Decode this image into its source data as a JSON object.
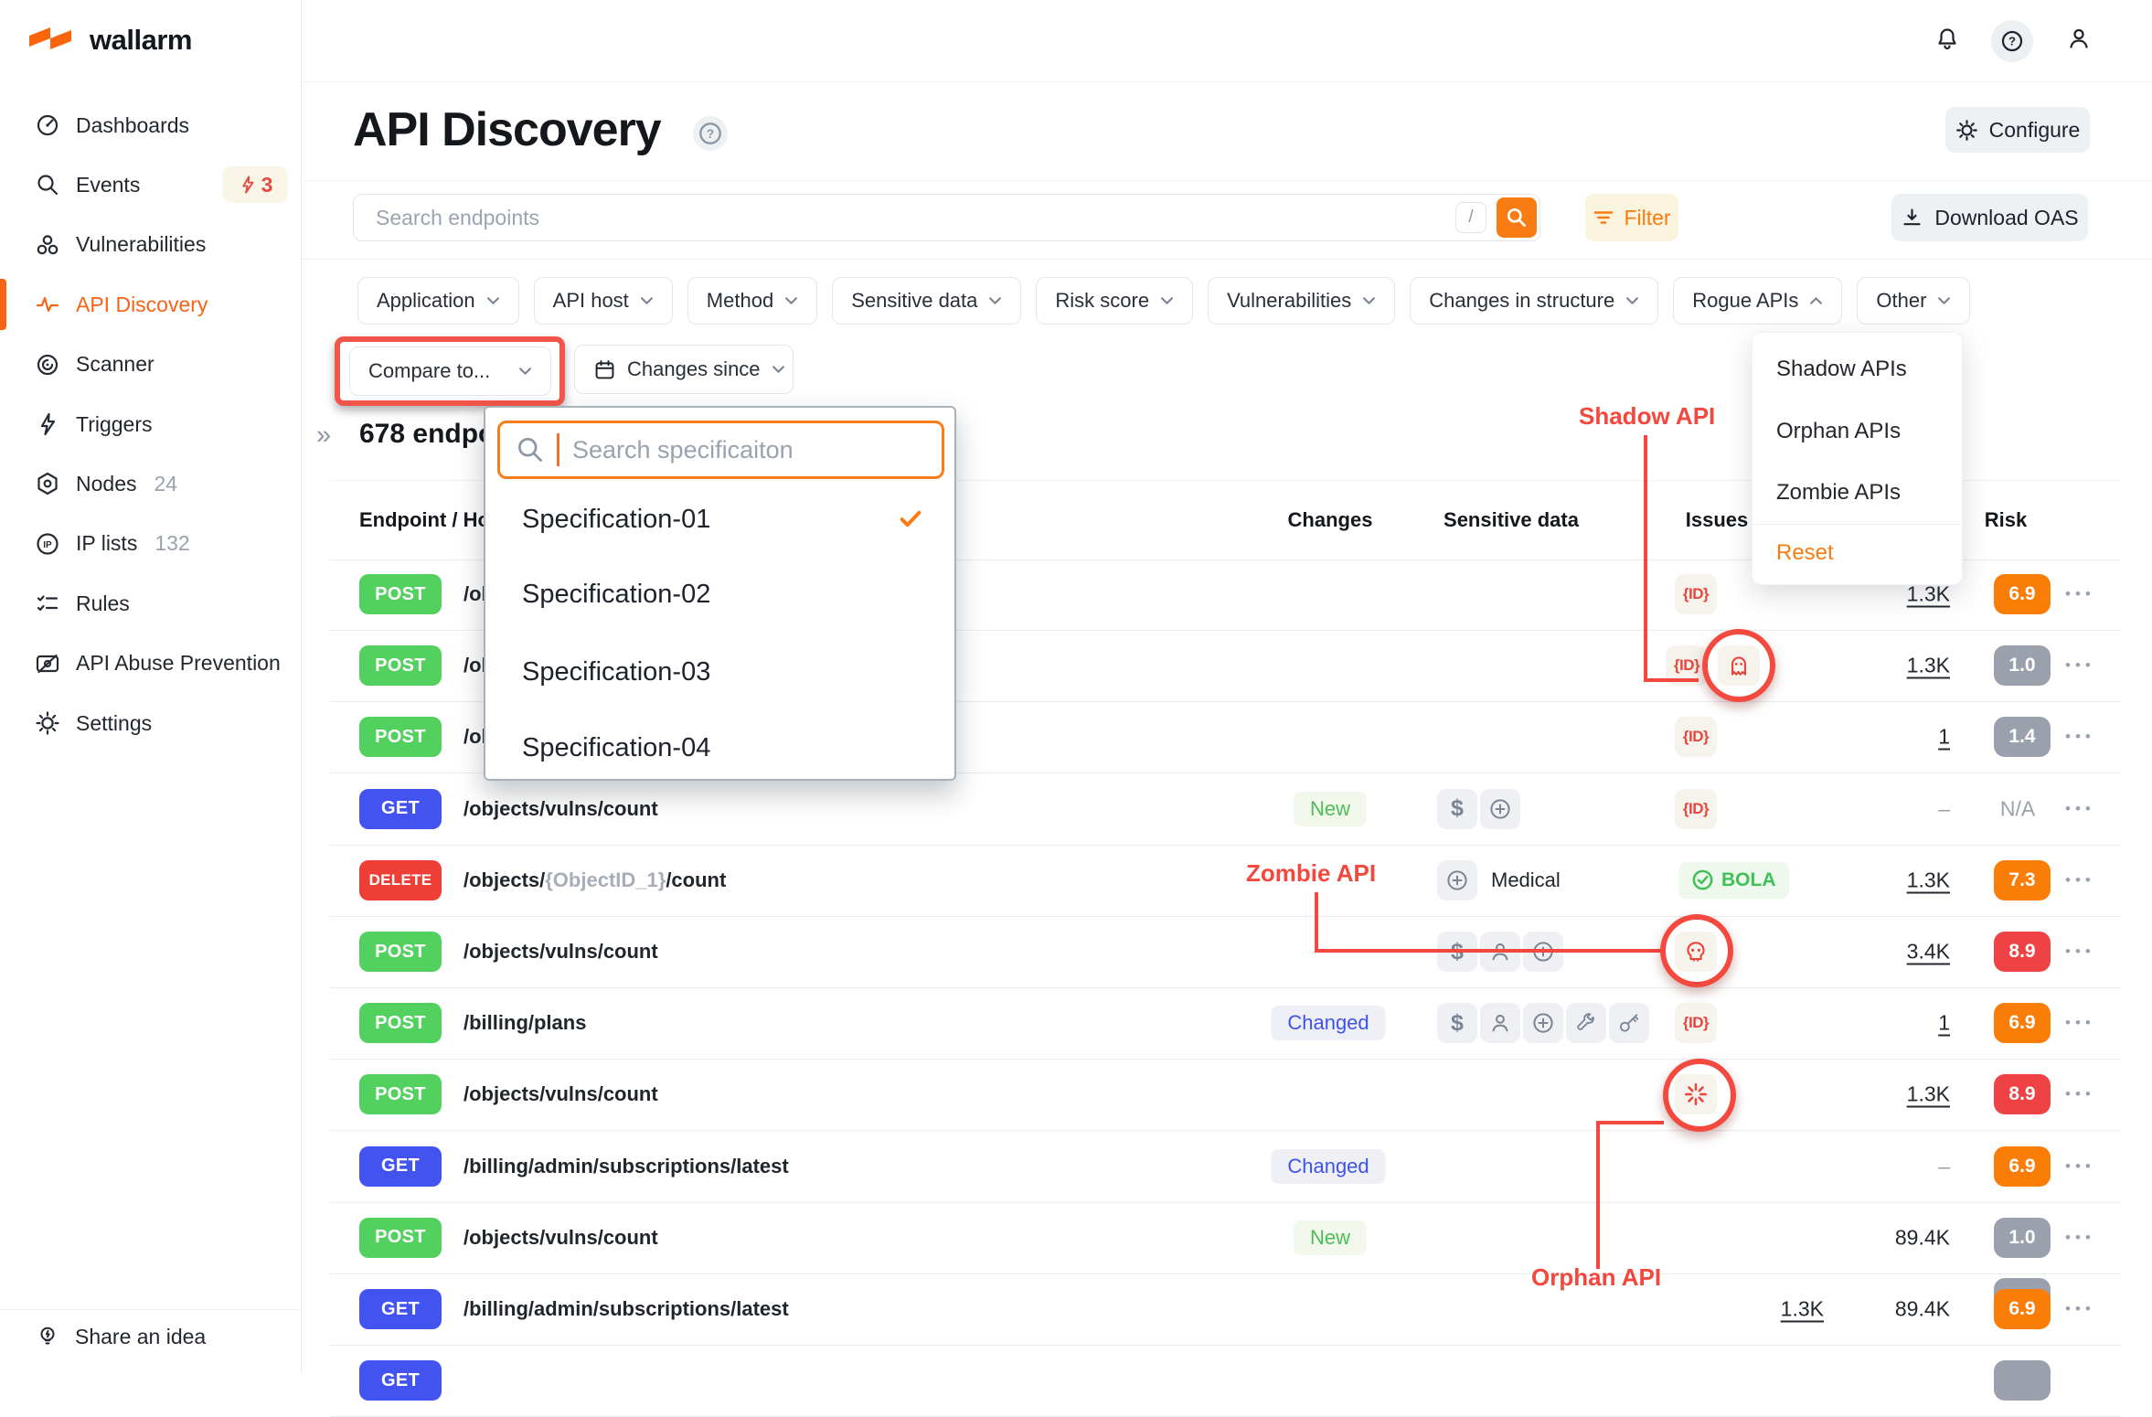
{
  "brand": {
    "name": "wallarm"
  },
  "sidebar": {
    "items": [
      {
        "label": "Dashboards",
        "icon": "dashboards"
      },
      {
        "label": "Events",
        "icon": "events",
        "badge": "3"
      },
      {
        "label": "Vulnerabilities",
        "icon": "vulnerabilities"
      },
      {
        "label": "API Discovery",
        "icon": "api-discovery",
        "active": true
      },
      {
        "label": "Scanner",
        "icon": "scanner"
      },
      {
        "label": "Triggers",
        "icon": "triggers"
      },
      {
        "label": "Nodes",
        "icon": "nodes",
        "count": "24"
      },
      {
        "label": "IP lists",
        "icon": "ip-lists",
        "count": "132"
      },
      {
        "label": "Rules",
        "icon": "rules"
      },
      {
        "label": "API Abuse Prevention",
        "icon": "api-abuse"
      },
      {
        "label": "Settings",
        "icon": "settings"
      }
    ],
    "footer": {
      "label": "Share an idea",
      "icon": "lightbulb"
    }
  },
  "header": {
    "title": "API Discovery",
    "configure": "Configure"
  },
  "toolbar": {
    "search_placeholder": "Search endpoints",
    "shortcut_key": "/",
    "filter": "Filter",
    "download": "Download OAS"
  },
  "filters": {
    "chips": [
      {
        "label": "Application"
      },
      {
        "label": "API host"
      },
      {
        "label": "Method"
      },
      {
        "label": "Sensitive data"
      },
      {
        "label": "Risk score"
      },
      {
        "label": "Vulnerabilities"
      },
      {
        "label": "Changes in structure"
      },
      {
        "label": "Rogue APIs",
        "open": true
      },
      {
        "label": "Other"
      }
    ],
    "compare": "Compare to...",
    "changes_since": "Changes since"
  },
  "rogue_menu": {
    "items": [
      "Shadow APIs",
      "Orphan APIs",
      "Zombie APIs"
    ],
    "reset": "Reset"
  },
  "spec_menu": {
    "search_placeholder": "Search specificaiton",
    "items": [
      {
        "label": "Specification-01",
        "selected": true
      },
      {
        "label": "Specification-02"
      },
      {
        "label": "Specification-03"
      },
      {
        "label": "Specification-04"
      }
    ]
  },
  "table": {
    "summary": "678 endpoints",
    "headers": [
      "Endpoint / Host",
      "Changes",
      "Sensitive data",
      "Issues",
      "Risk"
    ],
    "issue_labels": {
      "id": "{ID}",
      "bola": "BOLA"
    },
    "rows": [
      {
        "method": "POST",
        "path": "/objects/vulns/count",
        "issues": [
          "id"
        ],
        "hits": "1.3K",
        "hits_link": true,
        "risk": "6.9",
        "risk_level": "orange"
      },
      {
        "method": "POST",
        "path": "/objects/vulns/count",
        "issues": [
          "id",
          "ghost"
        ],
        "hits": "1.3K",
        "hits_link": true,
        "risk": "1.0",
        "risk_level": "gray"
      },
      {
        "method": "POST",
        "path": "/objects/vulns/count",
        "issues": [
          "id"
        ],
        "hits": "1",
        "hits_link": true,
        "risk": "1.4",
        "risk_level": "gray"
      },
      {
        "method": "GET",
        "path": "/objects/vulns/count",
        "changes": "New",
        "sensitive": [
          "dollar",
          "medical"
        ],
        "issues": [
          "id"
        ],
        "hits": "–",
        "hits_muted": true,
        "risk": "N/A",
        "risk_level": "na"
      },
      {
        "method": "DELETE",
        "path_parts": [
          "/objects/",
          "{ObjectID_1}",
          "/count"
        ],
        "sensitive": [
          "medical"
        ],
        "sensitive_label": "Medical",
        "issues": [
          "bola"
        ],
        "hits": "1.3K",
        "hits_link": true,
        "risk": "7.3",
        "risk_level": "orange"
      },
      {
        "method": "POST",
        "path": "/objects/vulns/count",
        "sensitive": [
          "dollar",
          "person",
          "medical"
        ],
        "issues": [
          "skull"
        ],
        "hits": "3.4K",
        "hits_link": true,
        "risk": "8.9",
        "risk_level": "red"
      },
      {
        "method": "POST",
        "path": "/billing/plans",
        "changes": "Changed",
        "sensitive": [
          "dollar",
          "person",
          "medical",
          "wrench",
          "key"
        ],
        "issues": [
          "id"
        ],
        "hits": "1",
        "hits_link": true,
        "risk": "6.9",
        "risk_level": "orange"
      },
      {
        "method": "POST",
        "path": "/objects/vulns/count",
        "issues": [
          "burst"
        ],
        "hits": "1.3K",
        "hits_link": true,
        "risk": "8.9",
        "risk_level": "red"
      },
      {
        "method": "GET",
        "path": "/billing/admin/subscriptions/latest",
        "changes": "Changed",
        "hits": "–",
        "hits_muted": true,
        "risk": "6.9",
        "risk_level": "orange"
      },
      {
        "method": "POST",
        "path": "/objects/vulns/count",
        "changes": "New",
        "hits2": "89.4K",
        "risk": "1.0",
        "risk_level": "gray"
      },
      {
        "method": "GET",
        "path": "/billing/admin/subscriptions/latest",
        "hits": "1.3K",
        "hits_link": true,
        "hits_left": true,
        "hits2": "89.4K",
        "risk": "6.9",
        "risk_level": "orange",
        "ghost_badge": true
      },
      {
        "method": "GET",
        "partial": true,
        "risk": "",
        "risk_level": "gray"
      }
    ]
  },
  "annotations": {
    "shadow": "Shadow API",
    "zombie": "Zombie API",
    "orphan": "Orphan API"
  },
  "colors": {
    "accent_orange": "#F97C12",
    "annotation_red": "#F4473D",
    "method_post": "#52D15F",
    "method_get": "#4353F0",
    "method_delete": "#EF3E36",
    "risk_orange": "#F97D07",
    "risk_red": "#EE4245",
    "risk_gray": "#9AA1AD",
    "new_green": "#4CBE58",
    "changed_blue": "#4053E8",
    "issue_red": "#E8453C",
    "bola_green": "#3FC156",
    "active_nav": "#F96316"
  }
}
